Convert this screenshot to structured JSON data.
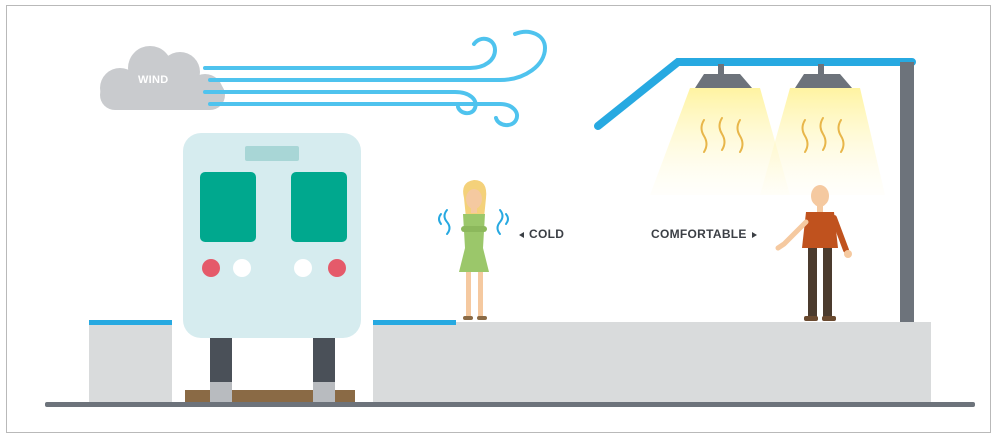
{
  "labels": {
    "wind": "WIND",
    "cold": "COLD",
    "comfortable": "COMFORTABLE"
  },
  "colors": {
    "wind_blue": "#4fc3ee",
    "platform_blue": "#27a9e1",
    "cloud_gray": "#c9cbce",
    "train_body": "#d6ecef",
    "train_window": "#00a88e",
    "train_light_red": "#e55a6a",
    "platform_gray": "#d9dbdc",
    "pole_gray": "#6d737b",
    "heat_yellow": "#fff2b3"
  },
  "icons": [
    "cloud-icon",
    "wind-gust-icon",
    "train-icon",
    "heat-lamp-icon",
    "cold-woman-figure",
    "comfortable-man-figure"
  ]
}
